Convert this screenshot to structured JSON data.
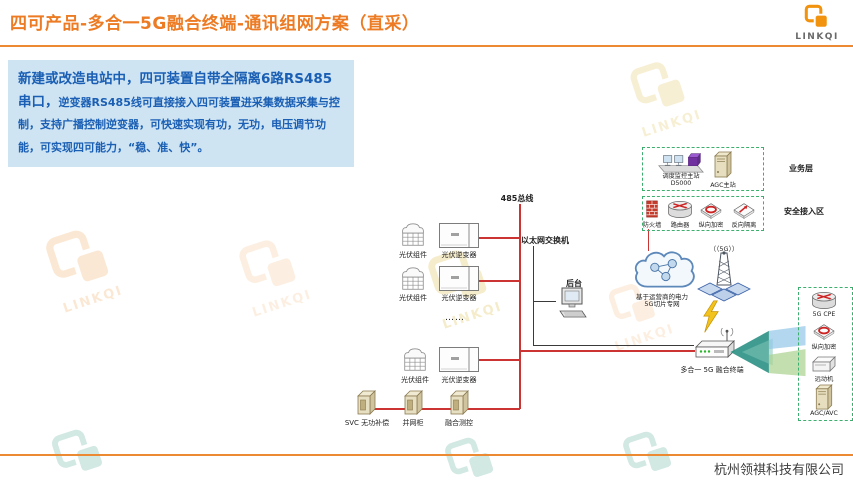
{
  "header": {
    "title": "四可产品-多合一5G融合终端-通讯组网方案（直采）",
    "logo_text": "LINKQI"
  },
  "watermark": {
    "text": "LINKQI"
  },
  "intro": {
    "emphasis": "新建或改造电站中，四可装置自带全隔离6路RS485串口，",
    "body": "逆变器RS485线可直接接入四可装置进采集数据采集与控制，支持广播控制逆变器，可快速实现有功，无功，电压调节功能，可实现四可能力，“稳、准、快”。"
  },
  "diagram": {
    "bus_label": "485总线",
    "ethernet_label": "以太网交换机",
    "backend_label": "后台",
    "ellipsis": "……",
    "pv_rows": [
      {
        "module": "光伏组件",
        "inverter": "光伏逆变器"
      },
      {
        "module": "光伏组件",
        "inverter": "光伏逆变器"
      },
      {
        "module": "光伏组件",
        "inverter": "光伏逆变器"
      }
    ],
    "bottom_devices": [
      {
        "label": "SVC 无功补偿"
      },
      {
        "label": "并网柜"
      },
      {
        "label": "融合测控"
      }
    ],
    "terminal_label": "多合一 5G 融合终端",
    "cloud_label_line1": "基于运营商的电力",
    "cloud_label_line2": "5G切片专网",
    "tower_label": "（（5G））",
    "business_zone": {
      "zone_label": "业务层",
      "scada_label": "调度监控主站",
      "scada_sublabel": "D5000",
      "agc_label": "AGC主站"
    },
    "security_zone": {
      "zone_label": "安全接入区",
      "items": [
        "防火墙",
        "路由器",
        "纵向加密",
        "反向隔离"
      ]
    },
    "right_panel": {
      "items": [
        "5G CPE",
        "纵向加密",
        "远动机",
        "AGC/AVC"
      ]
    }
  },
  "footer": {
    "company": "杭州领祺科技有限公司"
  }
}
